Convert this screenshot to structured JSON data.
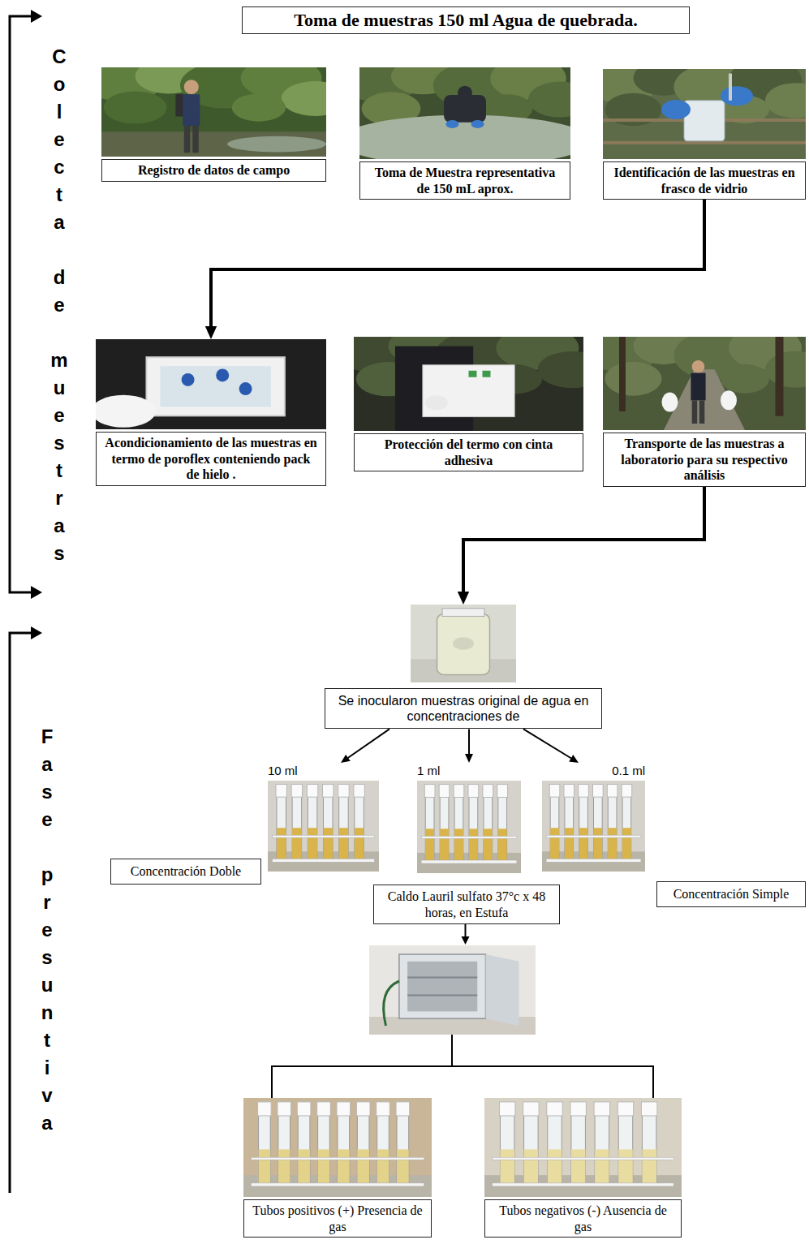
{
  "diagram": {
    "nodes": [
      {
        "text": [
          "Toma de muestras 150 ml Agua de quebrada."
        ]
      },
      {
        "text": [
          "Registro de datos de campo"
        ]
      },
      {
        "text": [
          "Toma de Muestra representativa de 150 mL aprox."
        ]
      },
      {
        "text": [
          "Identificación de las muestras en frasco de vidrio"
        ]
      },
      {
        "text": [
          "Acondicionamiento de las muestras en termo de poroflex conteniendo pack de hielo ."
        ]
      },
      {
        "text": [
          "Protección del termo con cinta adhesiva"
        ]
      },
      {
        "text": [
          "Transporte de las muestras a laboratorio para su respectivo análisis"
        ]
      },
      {
        "text": [
          "Se inocularon muestras original de agua en concentraciones de"
        ]
      },
      {
        "text": [
          "10 ml"
        ]
      },
      {
        "text": [
          "1 ml"
        ]
      },
      {
        "text": [
          "0.1 ml"
        ]
      },
      {
        "text": [
          "Concentración Doble"
        ]
      },
      {
        "text": [
          "Concentración Simple"
        ]
      },
      {
        "text": [
          "Caldo Lauril sulfato 37°c x 48 horas, en Estufa"
        ]
      },
      {
        "text": [
          "Tubos positivos (+) Presencia de gas"
        ]
      },
      {
        "text": [
          "Tubos negativos (-) Ausencia de gas"
        ]
      }
    ],
    "edges": [
      {
        "from": 3,
        "to": 4,
        "arrow": "to"
      },
      {
        "from": 6,
        "to": 7,
        "arrow": "to"
      },
      {
        "from": 7,
        "to": 8,
        "arrow": "to"
      },
      {
        "from": 7,
        "to": 9,
        "arrow": "to"
      },
      {
        "from": 7,
        "to": 10,
        "arrow": "to"
      },
      {
        "from": 13,
        "to": 14,
        "arrow": "none"
      },
      {
        "from": 13,
        "to": 15,
        "arrow": "none"
      }
    ],
    "labels": [
      "Colecta de muestras",
      "Fase presuntiva"
    ]
  }
}
